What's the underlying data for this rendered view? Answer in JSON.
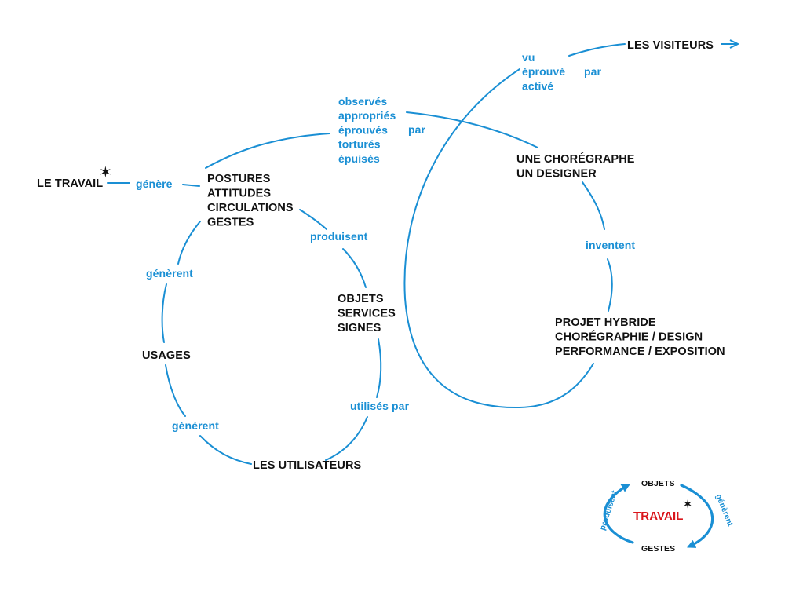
{
  "colors": {
    "line": "#1a8fd4",
    "node_text": "#111111",
    "accent": "#d9151b"
  },
  "nodes": {
    "le_travail": "LE TRAVAIL",
    "postures": [
      "POSTURES",
      "ATTITUDES",
      "CIRCULATIONS",
      "GESTES"
    ],
    "usages": "USAGES",
    "objets": [
      "OBJETS",
      "SERVICES",
      "SIGNES"
    ],
    "utilisateurs": "LES UTILISATEURS",
    "choregraphe": [
      "UNE CHORÉGRAPHE",
      "UN DESIGNER"
    ],
    "projet": [
      "PROJET HYBRIDE",
      "CHORÉGRAPHIE / DESIGN",
      "PERFORMANCE / EXPOSITION"
    ],
    "visiteurs": "LES VISITEURS"
  },
  "edges": {
    "genere": "génère",
    "generent_1": "génèrent",
    "generent_2": "génèrent",
    "produisent": "produisent",
    "utilises_par": "utilisés par",
    "inventent": "inventent",
    "observes": [
      "observés",
      "appropriés",
      "éprouvés",
      "torturés",
      "épuisés"
    ],
    "observes_par": "par",
    "vu": [
      "vu",
      "éprouvé",
      "activé"
    ],
    "vu_par": "par"
  },
  "mini": {
    "objets": "OBJETS",
    "travail": "TRAVAIL",
    "gestes": "GESTES",
    "produisent": "produisent",
    "generent": "génèrent"
  },
  "star_symbol": "✶"
}
